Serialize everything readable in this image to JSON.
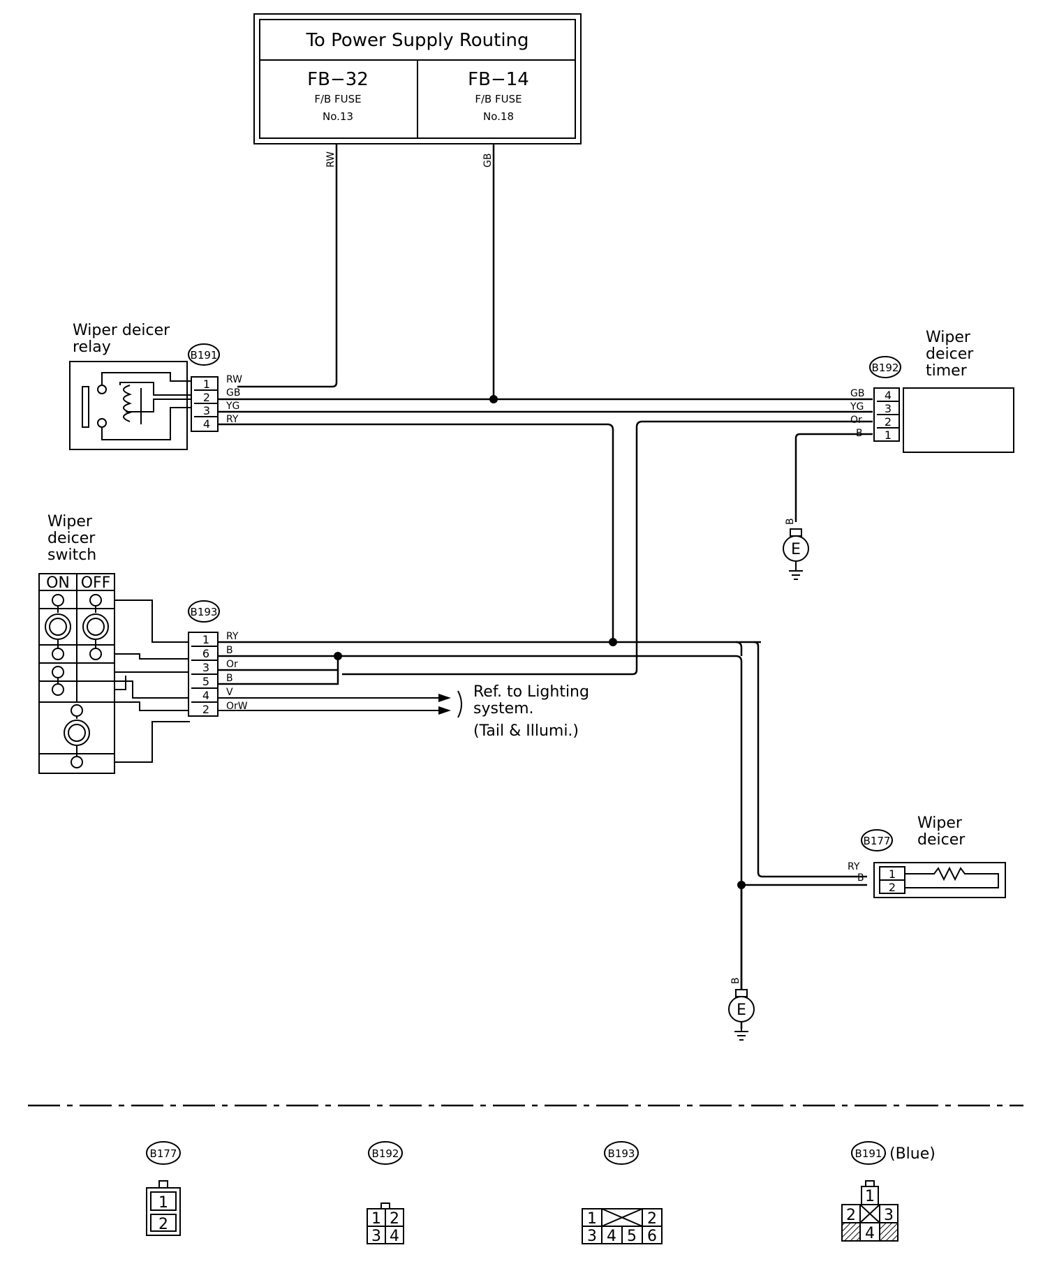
{
  "power_box": {
    "title": "To Power Supply Routing",
    "left_fuse": {
      "code": "FB−32",
      "type": "F/B FUSE",
      "number": "No.13"
    },
    "right_fuse": {
      "code": "FB−14",
      "type": "F/B FUSE",
      "number": "No.18"
    }
  },
  "wire_labels": {
    "left_feed": "RW",
    "right_feed": "GB",
    "ground_timer": "B",
    "ground_main": "B"
  },
  "relay": {
    "label_line1": "Wiper deicer",
    "label_line2": "relay",
    "connector": "B191",
    "pins": [
      "1",
      "2",
      "3",
      "4"
    ],
    "colors": [
      "RW",
      "GB",
      "YG",
      "RY"
    ]
  },
  "timer": {
    "label_line1": "Wiper",
    "label_line2": "deicer",
    "label_line3": "timer",
    "connector": "B192",
    "pins": [
      "4",
      "3",
      "2",
      "1"
    ],
    "colors": [
      "GB",
      "YG",
      "Or",
      "B"
    ]
  },
  "switch": {
    "label_line1": "Wiper",
    "label_line2": "deicer",
    "label_line3": "switch",
    "on_label": "ON",
    "off_label": "OFF",
    "connector": "B193",
    "pins": [
      "1",
      "6",
      "3",
      "5",
      "4",
      "2"
    ],
    "colors": [
      "RY",
      "B",
      "Or",
      "B",
      "V",
      "OrW"
    ]
  },
  "deicer": {
    "label_line1": "Wiper",
    "label_line2": "deicer",
    "connector": "B177",
    "pins": [
      "1",
      "2"
    ],
    "colors": [
      "RY",
      "B"
    ]
  },
  "ground_symbol": "E",
  "reference": {
    "line1": "Ref. to Lighting",
    "line2": "system.",
    "line3": "(Tail & Illumi.)"
  },
  "connector_views": [
    {
      "id": "B177",
      "note": "",
      "pins": [
        "1",
        "2"
      ]
    },
    {
      "id": "B192",
      "note": "",
      "pins": [
        "1",
        "2",
        "3",
        "4"
      ]
    },
    {
      "id": "B193",
      "note": "",
      "pins": [
        "1",
        "2",
        "3",
        "4",
        "5",
        "6"
      ]
    },
    {
      "id": "B191",
      "note": "(Blue)",
      "pins": [
        "1",
        "2",
        "3",
        "4"
      ]
    }
  ]
}
